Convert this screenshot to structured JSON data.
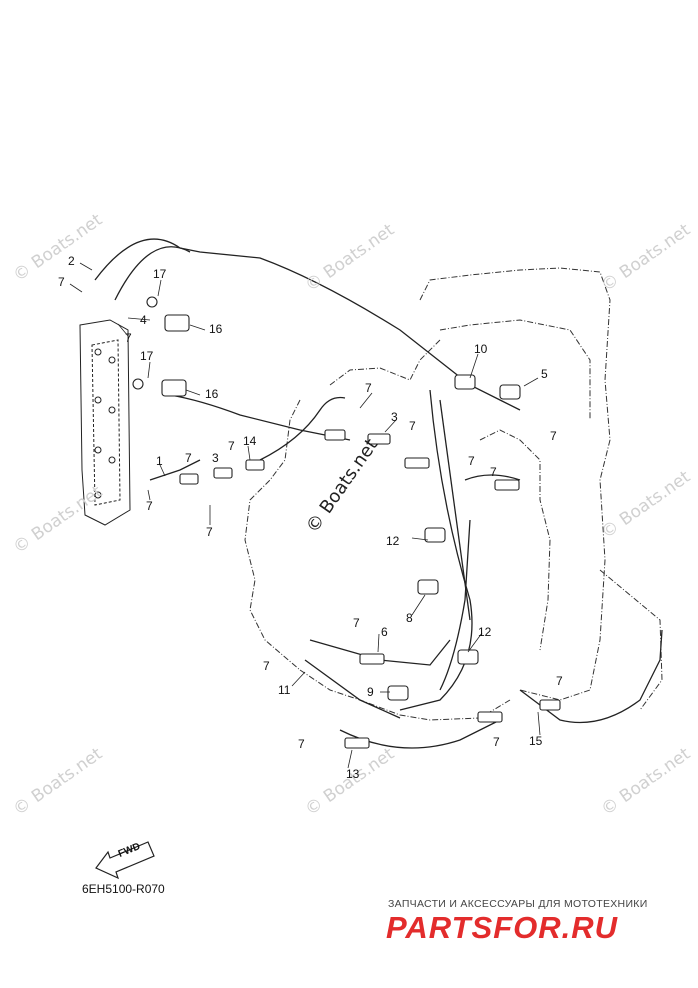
{
  "watermark": "© Boats.net",
  "diagram_code": "6EH5100-R070",
  "fwd_label": "FWD",
  "shop": {
    "tagline": "ЗАПЧАСТИ И АКСЕССУАРЫ ДЛЯ МОТОТЕХНИКИ",
    "logo": "PARTSFOR.RU"
  },
  "callouts": [
    "2",
    "7",
    "4",
    "7",
    "17",
    "16",
    "17",
    "16",
    "1",
    "7",
    "3",
    "7",
    "14",
    "7",
    "7",
    "7",
    "3",
    "7",
    "10",
    "5",
    "7",
    "7",
    "7",
    "12",
    "8",
    "6",
    "7",
    "12",
    "7",
    "9",
    "11",
    "7",
    "15",
    "7",
    "7",
    "13"
  ]
}
